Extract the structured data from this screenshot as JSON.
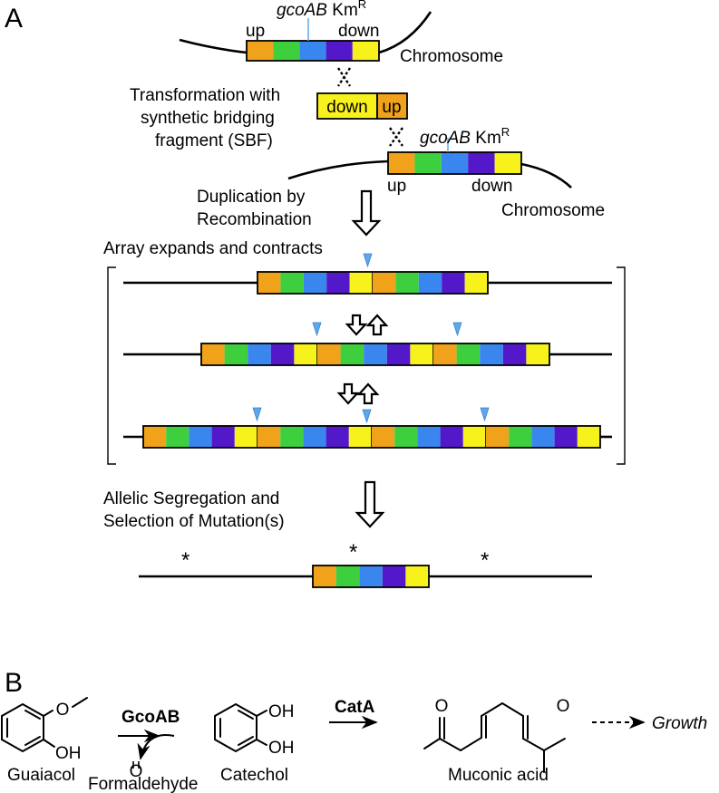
{
  "figure": {
    "panel_a": "A",
    "panel_b": "B"
  },
  "colors": {
    "up": "#f0a21a",
    "green": "#3ecf3e",
    "blue": "#3a86ef",
    "purple": "#5218c9",
    "down": "#f8f21c",
    "junction_marker": "#5da8ea"
  },
  "panel_a": {
    "gene_label_1": "gcoAB",
    "resistance_1": "Km",
    "resistance_sup_1": "R",
    "up_label_1": "up",
    "down_label_1": "down",
    "chromosome_label_1": "Chromosome",
    "transformation_label": [
      "Transformation with",
      "synthetic bridging",
      "fragment  (SBF)"
    ],
    "sbf_down": "down",
    "sbf_up": "up",
    "gene_label_2": "gcoAB",
    "resistance_2": "Km",
    "resistance_sup_2": "R",
    "up_label_2": "up",
    "down_label_2": "down",
    "chromosome_label_2": "Chromosome",
    "duplication_label": [
      "Duplication by",
      "Recombination"
    ],
    "array_label": "Array expands and contracts",
    "segregation_label": [
      "Allelic Segregation and",
      "Selection of Mutation(s)"
    ],
    "mutation_marker": "*"
  },
  "panel_b": {
    "enzyme_1": "GcoAB",
    "enzyme_2": "CatA",
    "guaiacol": "Guaiacol",
    "catechol": "Catechol",
    "muconic_acid": "Muconic acid",
    "formaldehyde": "Formaldehyde",
    "growth": "Growth",
    "oh_1": "OH",
    "oh_2": "OH",
    "oh_3": "OH",
    "o_1": "O",
    "o_2": "O",
    "o_3": "O"
  }
}
